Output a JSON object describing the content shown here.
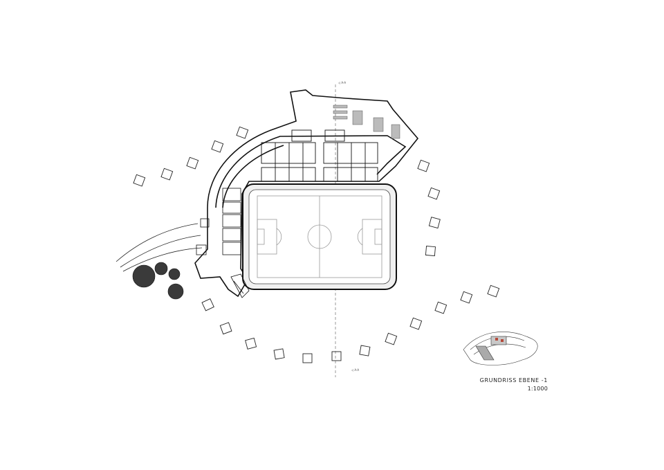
{
  "drawing": {
    "title": "GRUNDRISS EBENE -1",
    "scale": "1:1000"
  },
  "section_marks": [
    "◁ A-A",
    "◁ A-A"
  ],
  "colors": {
    "line": "#111111",
    "fill_light": "#e8e8e8",
    "tree": "#333333",
    "pitch_line": "#999999",
    "accent_red": "#b54a3a"
  }
}
